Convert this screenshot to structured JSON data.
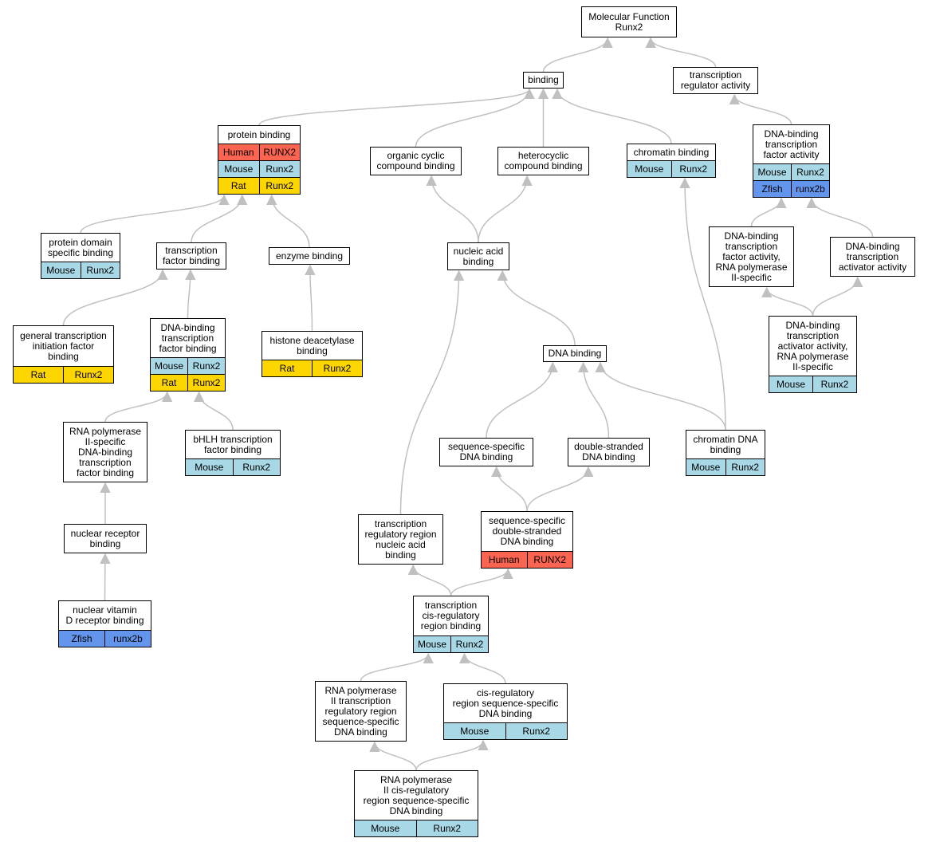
{
  "colors": {
    "Human": "#fa6450",
    "Mouse": "#a8d8e6",
    "Rat": "#fdd600",
    "Zfish": "#6495ed",
    "edge": "#c0c0c0"
  },
  "nodes": {
    "mf": {
      "label": "Molecular Function\nRunx2",
      "rows": []
    },
    "binding": {
      "label": "binding",
      "rows": []
    },
    "tra": {
      "label": "transcription\nregulator activity",
      "rows": []
    },
    "pb": {
      "label": "protein binding",
      "rows": [
        [
          "Human",
          "RUNX2"
        ],
        [
          "Mouse",
          "Runx2"
        ],
        [
          "Rat",
          "Runx2"
        ]
      ]
    },
    "occ": {
      "label": "organic cyclic\ncompound binding",
      "rows": []
    },
    "hcc": {
      "label": "heterocyclic\ncompound binding",
      "rows": []
    },
    "chb": {
      "label": "chromatin binding",
      "rows": [
        [
          "Mouse",
          "Runx2"
        ]
      ]
    },
    "dbtf": {
      "label": "DNA-binding\ntranscription\nfactor activity",
      "rows": [
        [
          "Mouse",
          "Runx2"
        ],
        [
          "Zfish",
          "runx2b"
        ]
      ]
    },
    "pdsb": {
      "label": "protein domain\nspecific binding",
      "rows": [
        [
          "Mouse",
          "Runx2"
        ]
      ]
    },
    "tfb": {
      "label": "transcription\nfactor binding",
      "rows": []
    },
    "enz": {
      "label": "enzyme binding",
      "rows": []
    },
    "nab": {
      "label": "nucleic acid\nbinding",
      "rows": []
    },
    "dbtfrna": {
      "label": "DNA-binding\ntranscription\nfactor activity,\nRNA polymerase\nII-specific",
      "rows": []
    },
    "dbta": {
      "label": "DNA-binding\ntranscription\nactivator activity",
      "rows": []
    },
    "gtif": {
      "label": "general transcription\ninitiation factor\nbinding",
      "rows": [
        [
          "Rat",
          "Runx2"
        ]
      ]
    },
    "dbtfb": {
      "label": "DNA-binding\ntranscription\nfactor binding",
      "rows": [
        [
          "Mouse",
          "Runx2"
        ],
        [
          "Rat",
          "Runx2"
        ]
      ]
    },
    "hdb": {
      "label": "histone deacetylase\nbinding",
      "rows": [
        [
          "Rat",
          "Runx2"
        ]
      ]
    },
    "dnab": {
      "label": "DNA binding",
      "rows": []
    },
    "dbtarna": {
      "label": "DNA-binding\ntranscription\nactivator activity,\nRNA polymerase\nII-specific",
      "rows": [
        [
          "Mouse",
          "Runx2"
        ]
      ]
    },
    "rnapb": {
      "label": "RNA polymerase\nII-specific\nDNA-binding\ntranscription\nfactor binding",
      "rows": []
    },
    "bhlh": {
      "label": "bHLH transcription\nfactor binding",
      "rows": [
        [
          "Mouse",
          "Runx2"
        ]
      ]
    },
    "ssdna": {
      "label": "sequence-specific\nDNA binding",
      "rows": []
    },
    "dsdna": {
      "label": "double-stranded\nDNA binding",
      "rows": []
    },
    "chdna": {
      "label": "chromatin DNA\nbinding",
      "rows": [
        [
          "Mouse",
          "Runx2"
        ]
      ]
    },
    "nrb": {
      "label": "nuclear receptor\nbinding",
      "rows": []
    },
    "ssds": {
      "label": "sequence-specific\ndouble-stranded\nDNA binding",
      "rows": [
        [
          "Human",
          "RUNX2"
        ]
      ]
    },
    "trr": {
      "label": "transcription\nregulatory region\nnucleic acid\nbinding",
      "rows": []
    },
    "nvd": {
      "label": "nuclear vitamin\nD receptor binding",
      "rows": [
        [
          "Zfish",
          "runx2b"
        ]
      ]
    },
    "tcis": {
      "label": "transcription\ncis-regulatory\nregion binding",
      "rows": [
        [
          "Mouse",
          "Runx2"
        ]
      ]
    },
    "rnatr": {
      "label": "RNA polymerase\nII transcription\nregulatory region\nsequence-specific\nDNA binding",
      "rows": []
    },
    "cisss": {
      "label": "cis-regulatory\nregion sequence-specific\nDNA binding",
      "rows": [
        [
          "Mouse",
          "Runx2"
        ]
      ]
    },
    "rnacis": {
      "label": "RNA polymerase\nII cis-regulatory\nregion sequence-specific\nDNA binding",
      "rows": [
        [
          "Mouse",
          "Runx2"
        ]
      ]
    }
  },
  "edges": [
    [
      "binding",
      "mf"
    ],
    [
      "tra",
      "mf"
    ],
    [
      "pb",
      "binding"
    ],
    [
      "occ",
      "binding"
    ],
    [
      "hcc",
      "binding"
    ],
    [
      "chb",
      "binding"
    ],
    [
      "dbtf",
      "tra"
    ],
    [
      "pdsb",
      "pb"
    ],
    [
      "tfb",
      "pb"
    ],
    [
      "enz",
      "pb"
    ],
    [
      "nab",
      "occ"
    ],
    [
      "nab",
      "hcc"
    ],
    [
      "dbtfrna",
      "dbtf"
    ],
    [
      "dbta",
      "dbtf"
    ],
    [
      "gtif",
      "tfb"
    ],
    [
      "dbtfb",
      "tfb"
    ],
    [
      "hdb",
      "enz"
    ],
    [
      "dnab",
      "nab"
    ],
    [
      "trr",
      "nab"
    ],
    [
      "dbtarna",
      "dbtfrna"
    ],
    [
      "dbtarna",
      "dbta"
    ],
    [
      "rnapb",
      "dbtfb"
    ],
    [
      "bhlh",
      "dbtfb"
    ],
    [
      "ssdna",
      "dnab"
    ],
    [
      "dsdna",
      "dnab"
    ],
    [
      "chdna",
      "dnab"
    ],
    [
      "chdna",
      "chb"
    ],
    [
      "nrb",
      "rnapb"
    ],
    [
      "ssds",
      "ssdna"
    ],
    [
      "ssds",
      "dsdna"
    ],
    [
      "nvd",
      "nrb"
    ],
    [
      "tcis",
      "trr"
    ],
    [
      "tcis",
      "ssds"
    ],
    [
      "rnatr",
      "tcis"
    ],
    [
      "cisss",
      "tcis"
    ],
    [
      "rnacis",
      "rnatr"
    ],
    [
      "rnacis",
      "cisss"
    ]
  ]
}
